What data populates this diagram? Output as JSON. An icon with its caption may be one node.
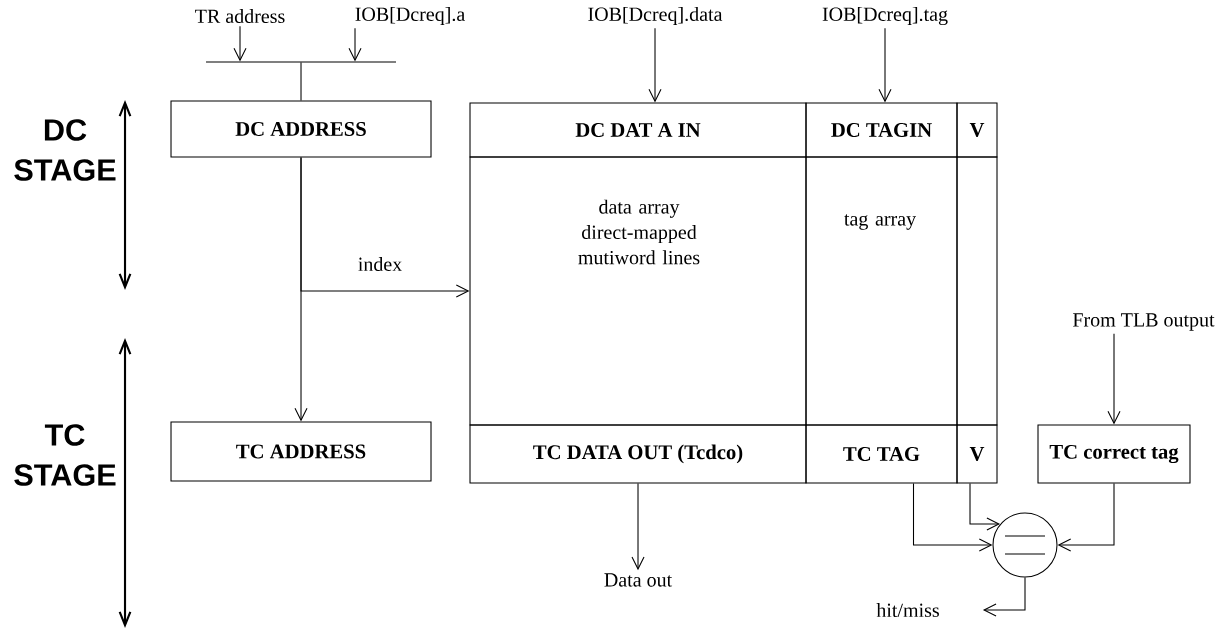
{
  "diagram": {
    "nodes": [
      {
        "text": [
          "TR address"
        ]
      },
      {
        "text": [
          "IOB[Dcreq].a"
        ]
      },
      {
        "text": [],
        "shape": "bar"
      },
      {
        "text": [
          "DC ADDRESS"
        ]
      },
      {
        "text": [
          "IOB[Dcreq].data"
        ]
      },
      {
        "text": [
          "IOB[Dcreq].tag"
        ]
      },
      {
        "text": [
          "DC DAT A IN"
        ]
      },
      {
        "text": [
          "DC TAGIN"
        ]
      },
      {
        "text": [
          "V"
        ]
      },
      {
        "text": [
          "data array direct-mapped mutiword lines"
        ]
      },
      {
        "text": [
          "tag array"
        ]
      },
      {
        "text": [],
        "shape": "box"
      },
      {
        "text": [
          "From TLB output"
        ]
      },
      {
        "text": [
          "TC ADDRESS"
        ]
      },
      {
        "text": [
          "TC DATA OUT (Tcdco)"
        ]
      },
      {
        "text": [
          "TC TAG"
        ]
      },
      {
        "text": [
          "V"
        ]
      },
      {
        "text": [
          "TC correct tag"
        ]
      },
      {
        "text": [],
        "shape": "circle"
      },
      {
        "text": [
          "Data out"
        ]
      },
      {
        "text": [
          "hit/miss"
        ]
      }
    ],
    "edges": [
      {
        "from": 0,
        "to": 2,
        "arrow": "to"
      },
      {
        "from": 1,
        "to": 2,
        "arrow": "to"
      },
      {
        "from": 2,
        "to": 3,
        "arrow": "none"
      },
      {
        "from": 4,
        "to": 6,
        "arrow": "to"
      },
      {
        "from": 5,
        "to": 7,
        "arrow": "to"
      },
      {
        "from": 3,
        "to": 9,
        "arrow": "to",
        "label": "index"
      },
      {
        "from": 3,
        "to": 13,
        "arrow": "to"
      },
      {
        "from": 12,
        "to": 17,
        "arrow": "to"
      },
      {
        "from": 14,
        "to": 19,
        "arrow": "to"
      },
      {
        "from": 15,
        "to": 18,
        "arrow": "to"
      },
      {
        "from": 16,
        "to": 18,
        "arrow": "to"
      },
      {
        "from": 17,
        "to": 18,
        "arrow": "to"
      },
      {
        "from": 18,
        "to": 20,
        "arrow": "to"
      }
    ],
    "labels": [
      "DC STAGE",
      "TC STAGE"
    ]
  }
}
